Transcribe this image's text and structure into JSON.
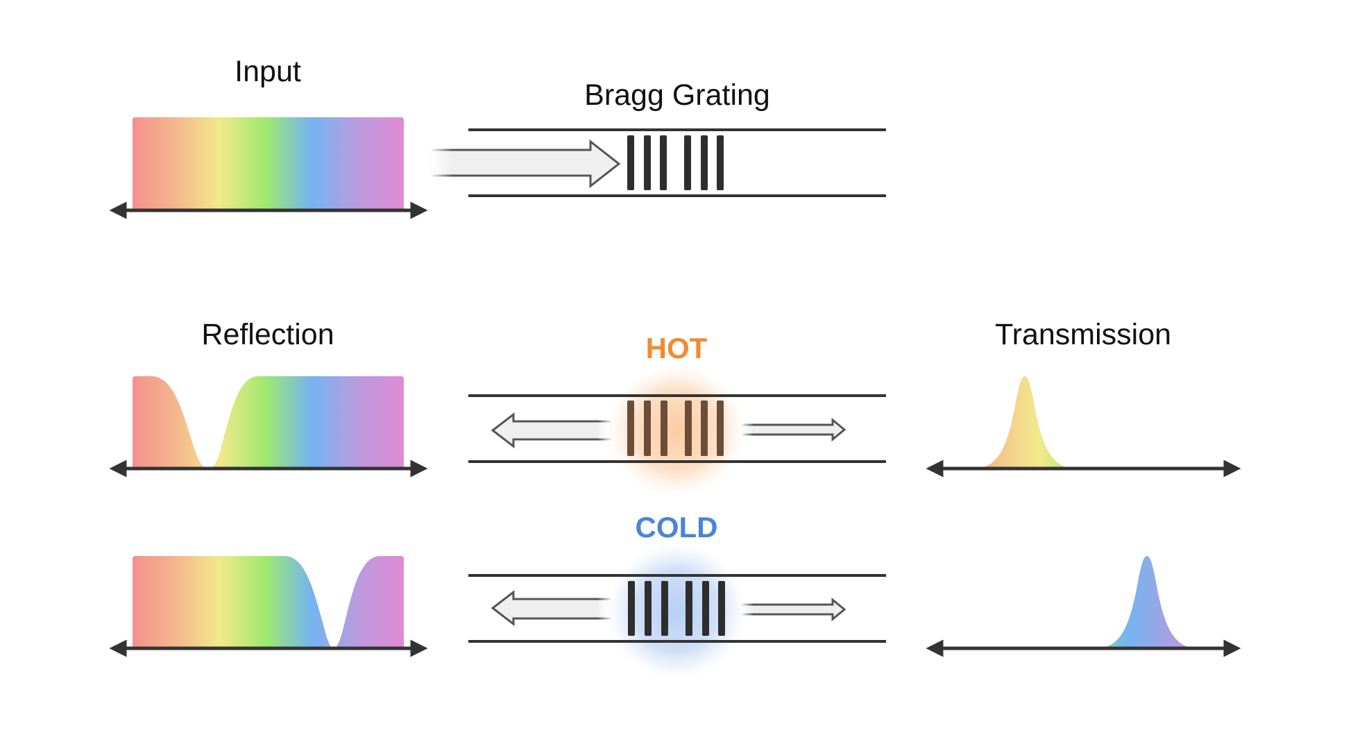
{
  "labels": {
    "input": "Input",
    "bragg_grating": "Bragg Grating",
    "reflection": "Reflection",
    "transmission": "Transmission",
    "hot": "HOT",
    "cold": "COLD"
  },
  "colors": {
    "hot": "#f28a30",
    "cold": "#4a84d4",
    "hot_glow": "#fcd3ad",
    "cold_glow": "#b9d1f2",
    "grating_bar": "#2e2e2e",
    "grating_bar_hot": "#6b4e38",
    "line": "#333333",
    "spectrum": [
      "#f4908e",
      "#f4bc8c",
      "#f2e98c",
      "#9ee96e",
      "#74b4f2",
      "#b79cdf",
      "#e08ad4"
    ]
  },
  "rows": [
    {
      "id": "input",
      "spectrum": "full",
      "propagation": "forward-into-grating"
    },
    {
      "id": "hot",
      "reflection_notch": "orange/yellow",
      "transmission_peak": "orange/yellow",
      "reflected_arrow": "large-left",
      "transmitted_arrow": "small-right"
    },
    {
      "id": "cold",
      "reflection_notch": "blue",
      "transmission_peak": "blue",
      "reflected_arrow": "large-left",
      "transmitted_arrow": "small-right"
    }
  ]
}
